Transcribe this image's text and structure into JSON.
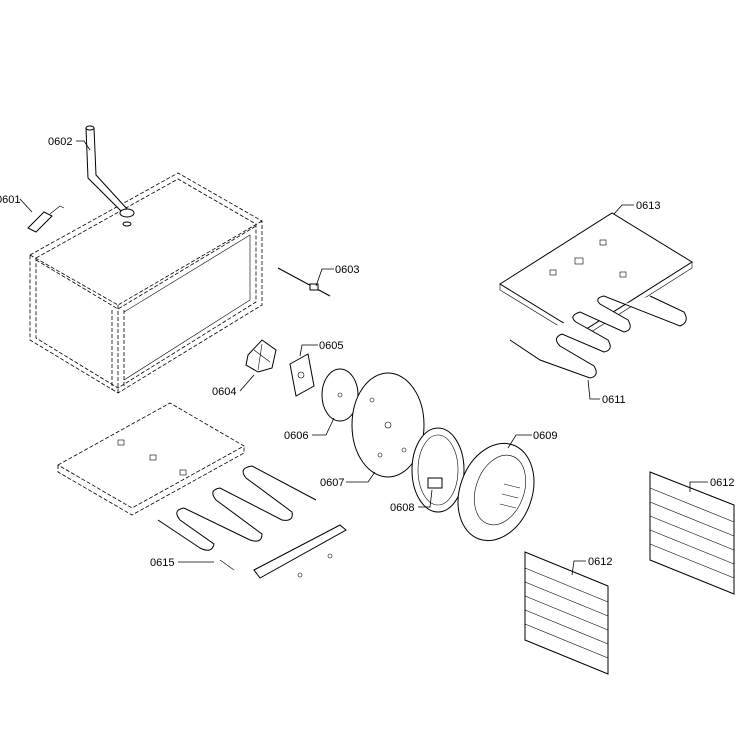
{
  "diagram": {
    "parts": [
      {
        "id": "p0601",
        "label": "0601"
      },
      {
        "id": "p0602",
        "label": "0602"
      },
      {
        "id": "p0603",
        "label": "0603"
      },
      {
        "id": "p0604",
        "label": "0604"
      },
      {
        "id": "p0605",
        "label": "0605"
      },
      {
        "id": "p0606",
        "label": "0606"
      },
      {
        "id": "p0607",
        "label": "0607"
      },
      {
        "id": "p0608",
        "label": "0608"
      },
      {
        "id": "p0609",
        "label": "0609"
      },
      {
        "id": "p0611",
        "label": "0611"
      },
      {
        "id": "p0612a",
        "label": "0612"
      },
      {
        "id": "p0612b",
        "label": "0612"
      },
      {
        "id": "p0613",
        "label": "0613"
      },
      {
        "id": "p0615",
        "label": "0615"
      }
    ]
  }
}
